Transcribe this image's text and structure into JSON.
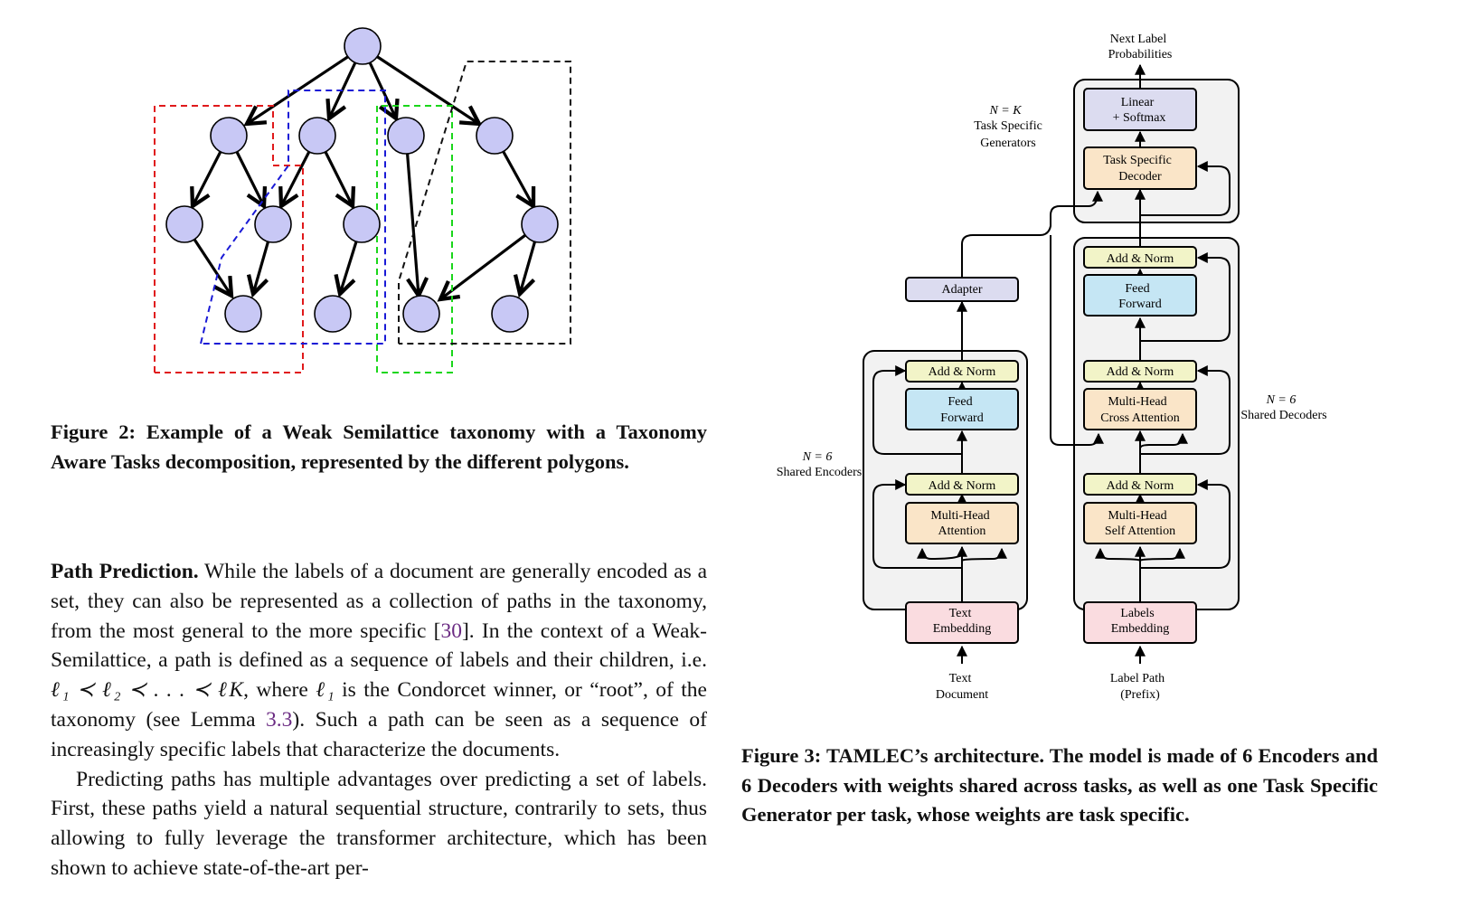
{
  "figure2": {
    "caption": "Figure 2: Example of a Weak Semilattice taxonomy with a Taxonomy Aware Tasks decomposition, represented by the different polygons."
  },
  "figure3": {
    "caption": "Figure 3: TAMLEC’s architecture. The model is made of 6 Encoders and 6 Decoders with weights shared across tasks, as well as one Task Specific Generator per task, whose weights are task specific.",
    "labels": {
      "next_label_1": "Next Label",
      "next_label_2": "Probabilities",
      "linear_1": "Linear",
      "linear_2": "+ Softmax",
      "tsd_1": "Task Specific",
      "tsd_2": "Decoder",
      "nk_line": "N  =  K",
      "tsg_1": "Task Specific",
      "tsg_2": "Generators",
      "adapter": "Adapter",
      "add_norm": "Add & Norm",
      "feed_1": "Feed",
      "feed_2": "Forward",
      "mhca_1": "Multi-Head",
      "mhca_2": "Cross Attention",
      "mha_1": "Multi-Head",
      "mha_2": "Attention",
      "mhsa_1": "Multi-Head",
      "mhsa_2": "Self Attention",
      "text_emb_1": "Text",
      "text_emb_2": "Embedding",
      "labels_emb_1": "Labels",
      "labels_emb_2": "Embedding",
      "text_doc_1": "Text",
      "text_doc_2": "Document",
      "label_path_1": "Label Path",
      "label_path_2": "(Prefix)",
      "n6": "N  =  6",
      "shared_encoders": "Shared Encoders",
      "shared_decoders": "Shared Decoders"
    }
  },
  "body": {
    "p1_heading": "Path Prediction.",
    "p1_a": " While the labels of a document are generally encoded as a set, they can also be represented as a collection of paths in the taxonomy, from the most general to the more specific [",
    "p1_ref1": "30",
    "p1_b": "]. In the context of a Weak-Semilattice, a path is defined as a sequence of labels and their children, i.e. ",
    "p1_math": "ℓ₁ ≺ ℓ₂ ≺ . . . ≺ ℓK",
    "p1_c": ", where ",
    "p1_math2": "ℓ₁",
    "p1_d": " is the Condorcet winner, or “root”, of the taxonomy (see Lemma ",
    "p1_ref2": "3.3",
    "p1_e": "). Such a path can be seen as a sequence of increasingly specific labels that characterize the documents.",
    "p2": "Predicting paths has multiple advantages over predicting a set of labels. First, these paths yield a natural sequential structure, contrarily to sets, thus allowing to fully leverage the transformer architecture, which has been shown to achieve state-of-the-art per-"
  }
}
